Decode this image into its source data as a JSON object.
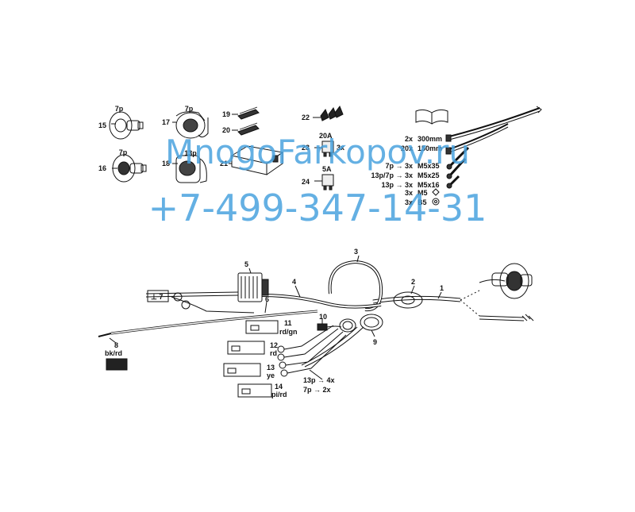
{
  "parts": {
    "p15": {
      "num": "15",
      "pins": "7p"
    },
    "p16": {
      "num": "16",
      "pins": "7p"
    },
    "p17": {
      "num": "17",
      "pins": "7p"
    },
    "p18": {
      "num": "18",
      "pins": "13p"
    },
    "p19": {
      "num": "19"
    },
    "p20": {
      "num": "20"
    },
    "p21": {
      "num": "21"
    },
    "p22": {
      "num": "22"
    },
    "p23": {
      "num": "23",
      "rating": "20A",
      "qty": "3x"
    },
    "p24": {
      "num": "24",
      "rating": "5A"
    },
    "p1": {
      "num": "1"
    },
    "p2": {
      "num": "2"
    },
    "p3": {
      "num": "3"
    },
    "p4": {
      "num": "4"
    },
    "p5": {
      "num": "5"
    },
    "p6": {
      "num": "6"
    },
    "p7": {
      "num": "7",
      "box_label": "⊥ 7"
    },
    "p8": {
      "num": "8",
      "color": "bk/rd"
    },
    "p9": {
      "num": "9"
    },
    "p10": {
      "num": "10"
    },
    "p11": {
      "num": "11",
      "color": "rd/gn"
    },
    "p12": {
      "num": "12",
      "color": "rd"
    },
    "p13": {
      "num": "13",
      "color": "ye"
    },
    "p14": {
      "num": "14",
      "color": "pi/rd"
    }
  },
  "ties": [
    {
      "qty": "2x",
      "size": "300mm"
    },
    {
      "qty": "20x",
      "size": "150mm"
    }
  ],
  "screws": [
    {
      "variant": "7p → 3x",
      "size": "M5x35"
    },
    {
      "variant": "13p/7p → 3x",
      "size": "M5x25"
    },
    {
      "variant": "13p → 3x",
      "size": "M5x16"
    },
    {
      "variant": "3x",
      "size": "M5"
    },
    {
      "variant": "3x",
      "size": "B5"
    }
  ],
  "connector_qty": [
    {
      "text": "13p → 4x"
    },
    {
      "text": "7p → 2x"
    }
  ],
  "watermark": {
    "site": "MnogoFarkopov.ru",
    "phone": "+7-499-347-14-31"
  },
  "colors": {
    "line": "#111111",
    "watermark": "#4aa3df"
  }
}
